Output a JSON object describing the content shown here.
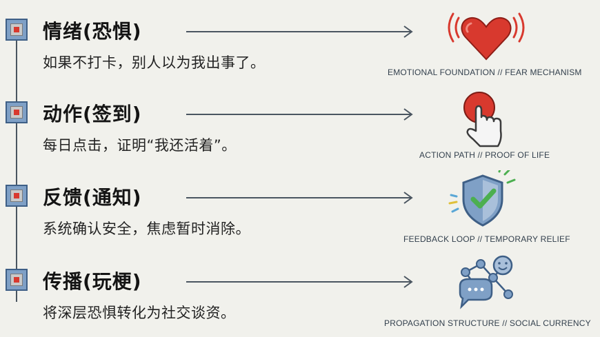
{
  "steps": [
    {
      "title": "情绪(恐惧)",
      "description": "如果不打卡，别人以为我出事了。",
      "caption": "EMOTIONAL FOUNDATION // FEAR MECHANISM",
      "icon": "heart-icon"
    },
    {
      "title": "动作(签到)",
      "description": "每日点击，证明“我还活着”。",
      "caption": "ACTION PATH // PROOF OF LIFE",
      "icon": "tap-button-icon"
    },
    {
      "title": "反馈(通知)",
      "description": "系统确认安全，焦虑暂时消除。",
      "caption": "FEEDBACK LOOP // TEMPORARY RELIEF",
      "icon": "shield-check-icon"
    },
    {
      "title": "传播(玩梗)",
      "description": "将深层恐惧转化为社交谈资。",
      "caption": "PROPAGATION STRUCTURE // SOCIAL CURRENCY",
      "icon": "social-network-icon"
    }
  ],
  "colors": {
    "background": "#f1f1ec",
    "accent_red": "#d8392e",
    "accent_blue": "#3e5f86",
    "accent_green": "#4caf50",
    "line": "#4a5560"
  }
}
